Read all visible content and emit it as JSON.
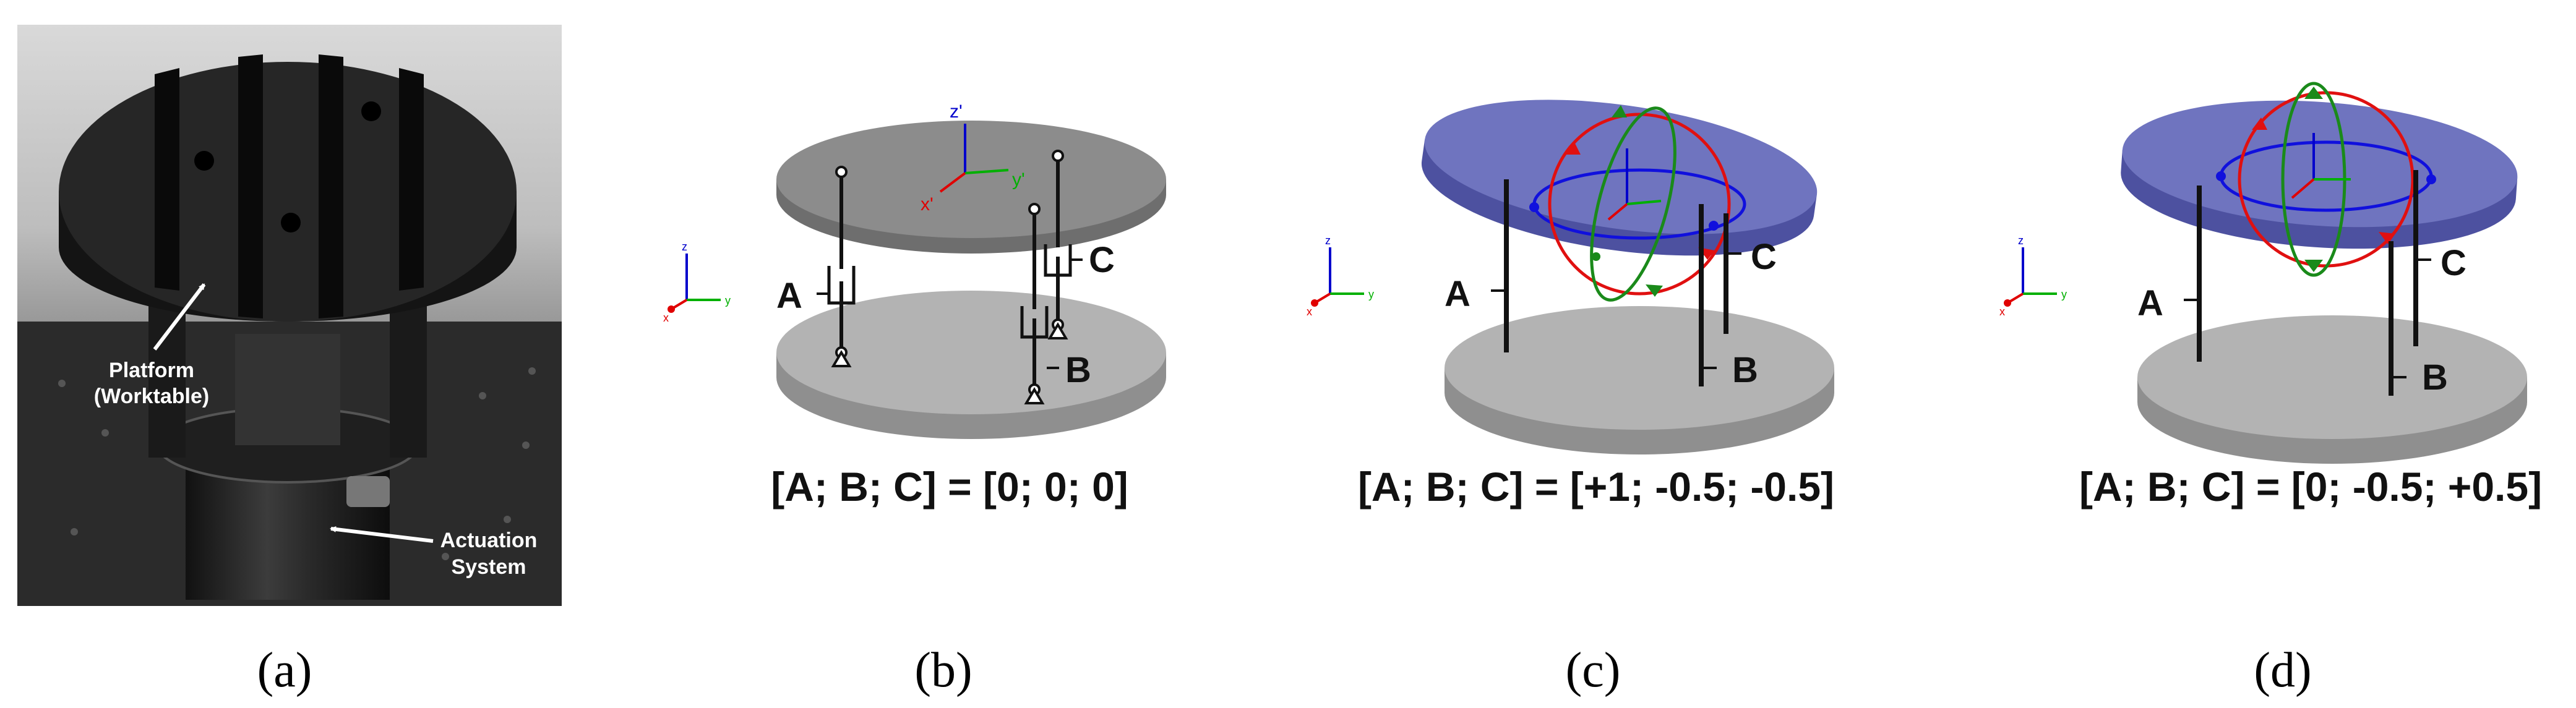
{
  "panels": {
    "a": {
      "caption": "(a)",
      "platform_label": [
        "Platform",
        "(Worktable)"
      ],
      "actuation_label": [
        "Actuation",
        "System"
      ]
    },
    "b": {
      "caption": "(b)",
      "formula": "[A; B; C] = [0; 0; 0]",
      "legs": [
        "A",
        "B",
        "C"
      ],
      "axes_global": [
        "z",
        "x",
        "y"
      ],
      "axes_platform": [
        "z'",
        "x'",
        "y'"
      ]
    },
    "c": {
      "caption": "(c)",
      "formula": "[A; B; C] = [+1; -0.5; -0.5]",
      "legs": [
        "A",
        "B",
        "C"
      ],
      "axes_global": [
        "z",
        "x",
        "y"
      ]
    },
    "d": {
      "caption": "(d)",
      "formula": "[A; B; C] = [0; -0.5; +0.5]",
      "legs": [
        "A",
        "B",
        "C"
      ],
      "axes_global": [
        "z",
        "x",
        "y"
      ]
    }
  },
  "colors": {
    "disk_gray_top": "#8c8c8c",
    "disk_gray_side": "#6e6e6e",
    "base_top": "#b3b3b3",
    "base_side": "#8f8f8f",
    "platform_blue_top": "#6f74bf",
    "platform_blue_side": "#4d51a0",
    "axis_x": "#e00000",
    "axis_y": "#00b000",
    "axis_z": "#0000cc",
    "rot_red": "#e01010",
    "rot_green": "#1a8a1a",
    "rot_blue": "#1010dd"
  }
}
